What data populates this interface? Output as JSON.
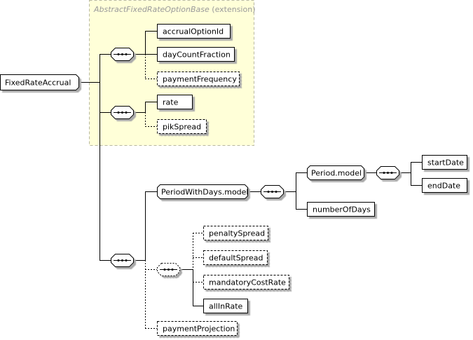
{
  "diagram": {
    "root": "FixedRateAccrual",
    "base_type": {
      "name": "AbstractFixedRateOptionBase",
      "suffix": " (extension)"
    },
    "first_sequence": {
      "elements": [
        {
          "name": "accrualOptionId",
          "optional": false
        },
        {
          "name": "dayCountFraction",
          "optional": false
        },
        {
          "name": "paymentFrequency",
          "optional": true
        }
      ]
    },
    "second_sequence": {
      "elements": [
        {
          "name": "rate",
          "optional": false
        },
        {
          "name": "pikSpread",
          "optional": true
        }
      ]
    },
    "period_with_days": {
      "name": "PeriodWithDays.model",
      "period_model": {
        "name": "Period.model",
        "elements": [
          {
            "name": "startDate",
            "optional": false
          },
          {
            "name": "endDate",
            "optional": false
          }
        ]
      },
      "number_of_days": {
        "name": "numberOfDays",
        "optional": false
      }
    },
    "spread_sequence": {
      "elements": [
        {
          "name": "penaltySpread",
          "optional": true
        },
        {
          "name": "defaultSpread",
          "optional": true
        },
        {
          "name": "mandatoryCostRate",
          "optional": true
        },
        {
          "name": "allInRate",
          "optional": false
        }
      ]
    },
    "payment_projection": {
      "name": "paymentProjection",
      "optional": true
    }
  }
}
